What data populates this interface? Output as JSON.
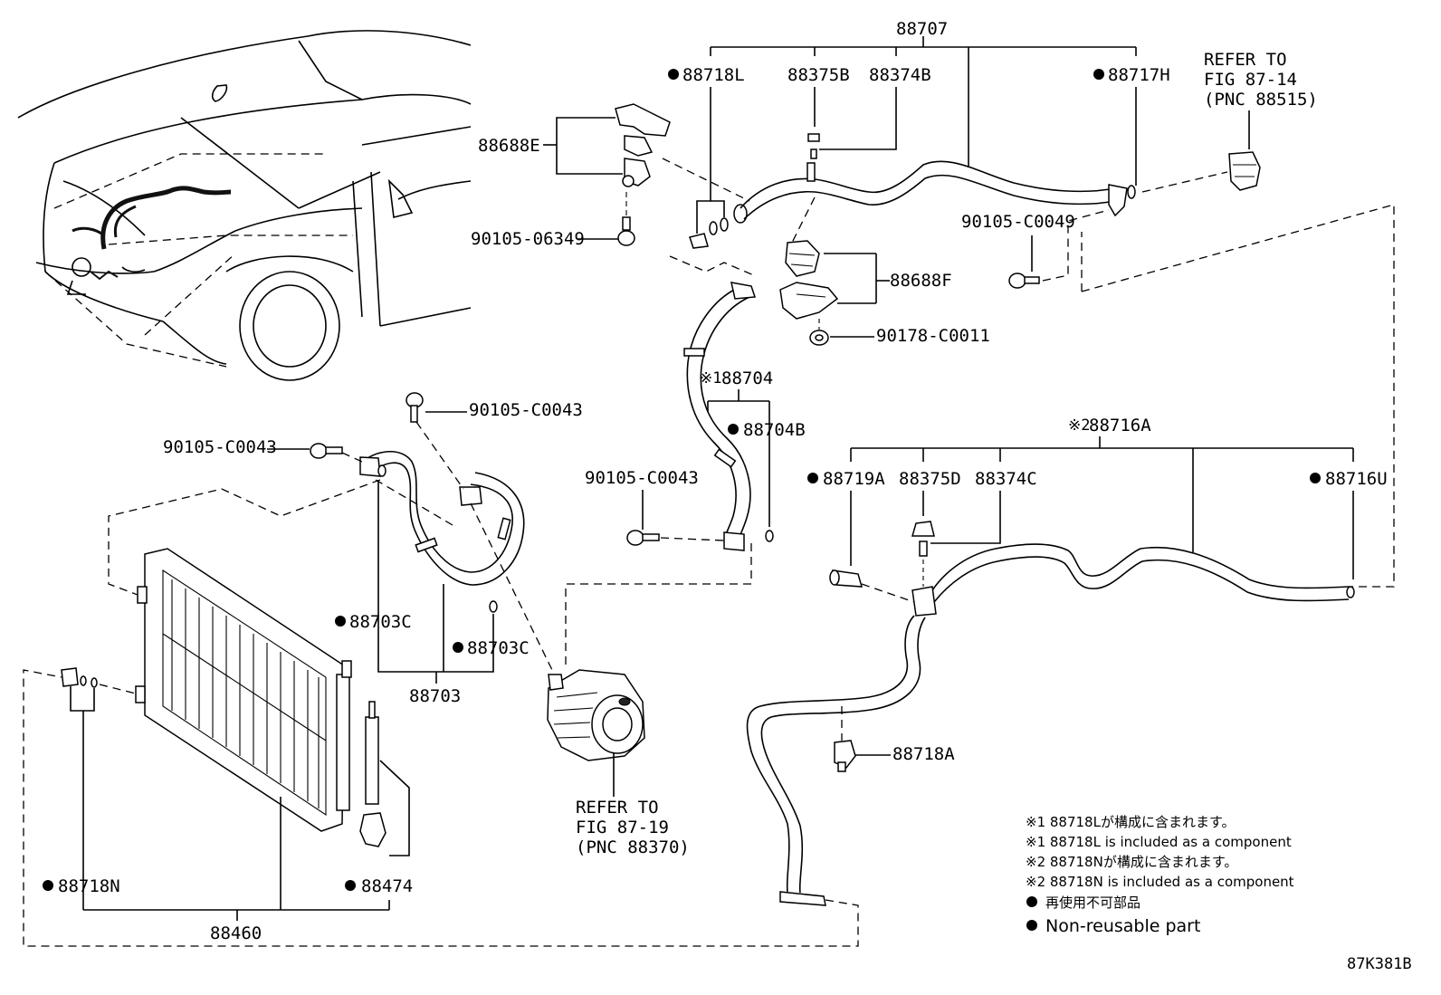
{
  "labels": {
    "assy_88707": "88707",
    "p_88718L": "88718L",
    "p_88375B": "88375B",
    "p_88374B": "88374B",
    "p_88717H": "88717H",
    "refer_1_line1": "REFER TO",
    "refer_1_line2": "FIG 87-14",
    "refer_1_line3": "(PNC 88515)",
    "p_88688E": "88688E",
    "p_90105_06349": "90105-06349",
    "p_90105_C0049": "90105-C0049",
    "p_88688F": "88688F",
    "p_90178_C0011": "90178-C0011",
    "assy_88704_mark": "※1",
    "assy_88704": "88704",
    "p_88704B": "88704B",
    "p_90105_C0043_a": "90105-C0043",
    "p_90105_C0043_b": "90105-C0043",
    "p_90105_C0043_c": "90105-C0043",
    "assy_88716A_mark": "※2",
    "assy_88716A": "88716A",
    "p_88719A": "88719A",
    "p_88375D": "88375D",
    "p_88374C": "88374C",
    "p_88716U": "88716U",
    "p_88703C_a": "88703C",
    "p_88703C_b": "88703C",
    "assy_88703": "88703",
    "refer_2_line1": "REFER TO",
    "refer_2_line2": "FIG 87-19",
    "refer_2_line3": "(PNC 88370)",
    "p_88718A": "88718A",
    "p_88718N": "88718N",
    "p_88474": "88474",
    "assy_88460": "88460"
  },
  "notes": {
    "n1_ja": "※1 88718Lが構成に含まれます。",
    "n1_en": "※1 88718L is included as a component",
    "n2_ja": "※2 88718Nが構成に含まれます。",
    "n2_en": "※2 88718N is included as a component",
    "n3_ja": "再使用不可部品",
    "n3_en": "Non-reusable part"
  },
  "figure_code": "87K381B"
}
